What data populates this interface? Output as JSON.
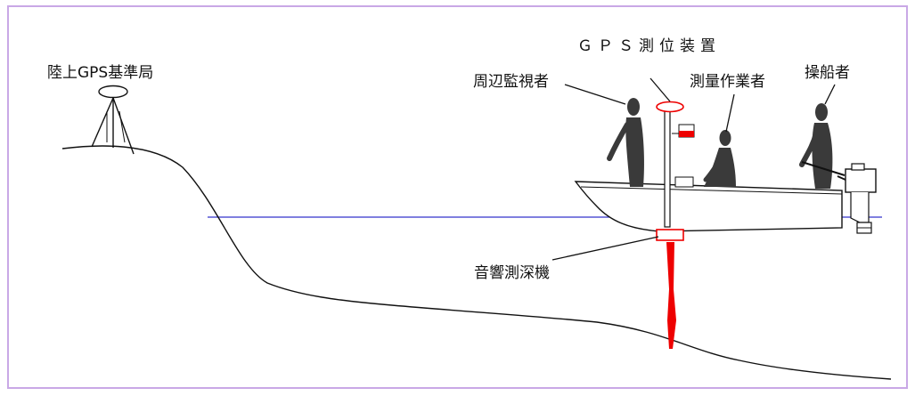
{
  "labels": {
    "land_gps_base_station": "陸上GPS基準局",
    "gps_positioning_device": "ＧＰＳ測位装置",
    "area_monitor": "周辺監視者",
    "survey_worker": "測量作業者",
    "boat_operator": "操船者",
    "echo_sounder": "音響測深機"
  },
  "colors": {
    "frame": "#c9a8e6",
    "water_line": "#3333cc",
    "figures": "#3a3a3a",
    "sonar": "#ee0000",
    "outline": "#111111"
  }
}
